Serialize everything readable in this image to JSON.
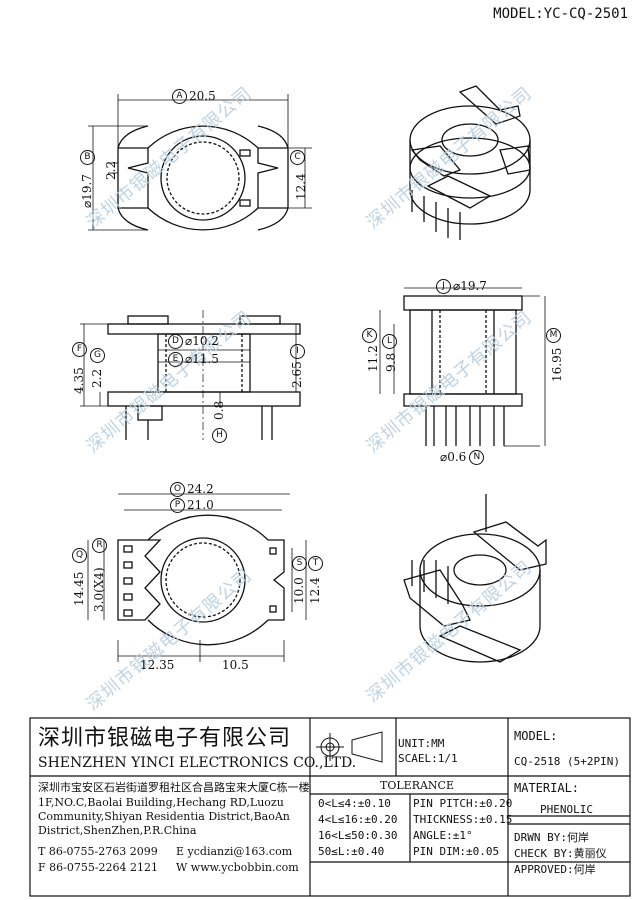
{
  "model_header": "MODEL:YC-CQ-2501",
  "watermark": "深圳市银磁电子有限公司",
  "dims": {
    "A": {
      "letter": "A",
      "text": "20.5"
    },
    "B": {
      "letter": "B",
      "text": "⌀19.7"
    },
    "B2": {
      "text": "2.2"
    },
    "C": {
      "letter": "C",
      "text": "12.4"
    },
    "D": {
      "letter": "D",
      "text": "⌀10.2"
    },
    "E": {
      "letter": "E",
      "text": "⌀11.5"
    },
    "F": {
      "letter": "F",
      "text": "4.35"
    },
    "G": {
      "letter": "G",
      "text": "2.2"
    },
    "H": {
      "letter": "H",
      "text": "0.8"
    },
    "I": {
      "letter": "I",
      "text": "2.65"
    },
    "J": {
      "letter": "J",
      "text": "⌀19.7"
    },
    "K": {
      "letter": "K",
      "text": "11.2"
    },
    "L": {
      "letter": "L",
      "text": "9.8"
    },
    "M": {
      "letter": "M",
      "text": "16.95"
    },
    "N": {
      "letter": "N",
      "text": "⌀0.6"
    },
    "O": {
      "letter": "O",
      "text": "24.2"
    },
    "P": {
      "letter": "P",
      "text": "21.0"
    },
    "Q": {
      "letter": "Q",
      "text": "14.45"
    },
    "R": {
      "letter": "R",
      "text": "3.0(X4)"
    },
    "S": {
      "letter": "S",
      "text": "10.0"
    },
    "T": {
      "letter": "T",
      "text": "12.4"
    },
    "bottom_left": {
      "text": "12.35"
    },
    "bottom_right": {
      "text": "10.5"
    }
  },
  "title_block": {
    "company_cn": "深圳市银磁电子有限公司",
    "company_en": "SHENZHEN YINCI ELECTRONICS CO.,LTD.",
    "address_cn": "深圳市宝安区石岩街道罗租社区合昌路宝来大厦C栋一楼",
    "address_en": [
      "1F,NO.C,Baolai Building,Hechang RD,Luozu",
      "Community,Shiyan Residentia District,BaoAn",
      "District,ShenZhen,P.R.China"
    ],
    "tel": "T 86-0755-2763 2099",
    "fax": "F 86-0755-2264 2121",
    "email": "E ycdianzi@163.com",
    "web": "W www.ycbobbin.com",
    "unit": "UNIT:MM",
    "scale": "SCAEL:1/1",
    "model_label": "MODEL:",
    "model_value": "CQ-2518 (5+2PIN)",
    "tolerance_label": "TOLERANCE",
    "tol_left": [
      "0<L≤4:±0.10",
      "4<L≤16:±0.20",
      "16<L≤50:0.30",
      "50≤L:±0.40"
    ],
    "tol_right": [
      "PIN PITCH:±0.20",
      "THICKNESS:±0.15",
      "ANGLE:±1°",
      "PIN DIM:±0.05"
    ],
    "material_label": "MATERIAL:",
    "material_value": "PHENOLIC",
    "drawn": "DRWN BY:何岸",
    "check": "CHECK BY:黄丽仪",
    "approved": "APPROVED:何岸"
  }
}
